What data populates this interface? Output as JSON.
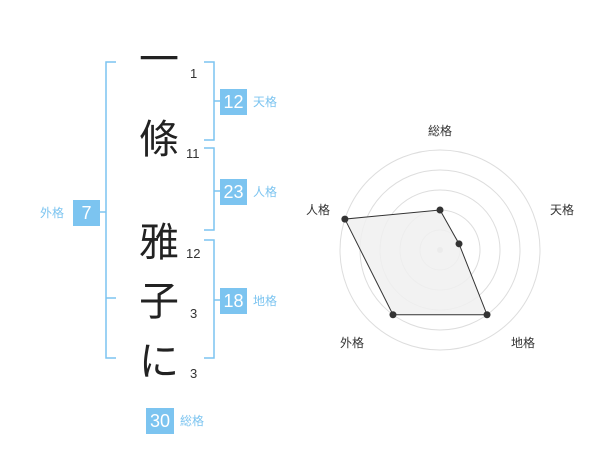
{
  "colors": {
    "accent": "#7cc4f0",
    "badge_bg": "#7cc4f0",
    "badge_label": "#7cc4f0",
    "text": "#222222",
    "radar_fill": "#f0f0f0",
    "radar_grid": "#dddddd",
    "radar_line": "#333333"
  },
  "name": {
    "characters": [
      {
        "char": "一",
        "strokes": "1"
      },
      {
        "char": "條",
        "strokes": "11"
      },
      {
        "char": "雅",
        "strokes": "12"
      },
      {
        "char": "子",
        "strokes": "3"
      },
      {
        "char": "に",
        "strokes": "3"
      }
    ]
  },
  "fortune": {
    "tenkaku": {
      "value": "12",
      "label": "天格"
    },
    "jinkaku": {
      "value": "23",
      "label": "人格"
    },
    "chikaku": {
      "value": "18",
      "label": "地格"
    },
    "gaikaku": {
      "value": "7",
      "label": "外格"
    },
    "soukaku": {
      "value": "30",
      "label": "総格"
    }
  },
  "chart_data": {
    "type": "radar",
    "axes": [
      "総格",
      "天格",
      "地格",
      "外格",
      "人格"
    ],
    "values": [
      2,
      1,
      4,
      4,
      5
    ],
    "range": [
      0,
      5
    ],
    "grid_rings": 5
  }
}
